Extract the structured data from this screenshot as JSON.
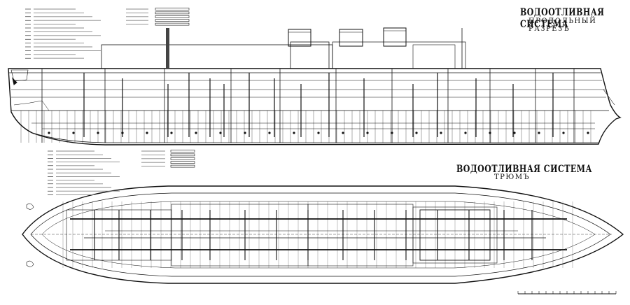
{
  "drawings": {
    "top": {
      "title": "ВОДООТЛИВНАЯ СИСТЕМА",
      "subtitle": "ПРОДОЛЬНЫЙ РАЗРЕЗЪ"
    },
    "bottom": {
      "title": "ВОДООТЛИВНАЯ СИСТЕМА",
      "subtitle": "ТРЮМЪ"
    }
  },
  "colors": {
    "ink": "#111111",
    "paper": "#ffffff"
  }
}
